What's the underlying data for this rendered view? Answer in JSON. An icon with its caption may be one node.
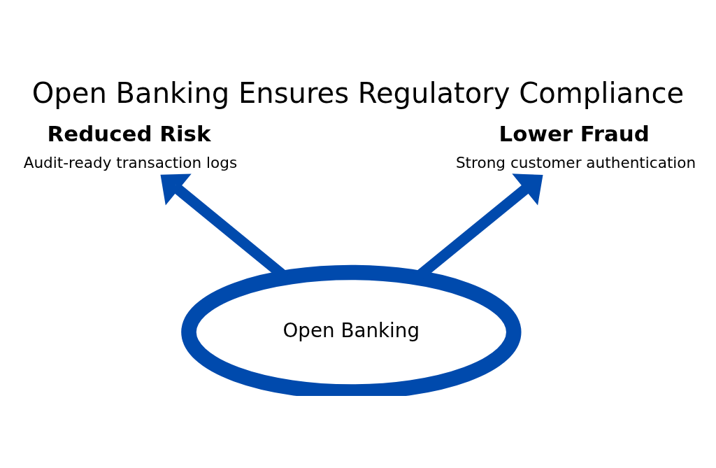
{
  "diagram": {
    "title": "Open Banking Ensures Regulatory Compliance",
    "nodes": [
      {
        "text": [
          "Open Banking"
        ]
      },
      {
        "text": [
          "Reduced Risk",
          "Audit-ready transaction logs"
        ]
      },
      {
        "text": [
          "Lower Fraud",
          "Strong customer authentication"
        ]
      }
    ],
    "edges": [
      {
        "from": 0,
        "to": 1,
        "arrow": "to"
      },
      {
        "from": 0,
        "to": 2,
        "arrow": "to"
      }
    ]
  }
}
